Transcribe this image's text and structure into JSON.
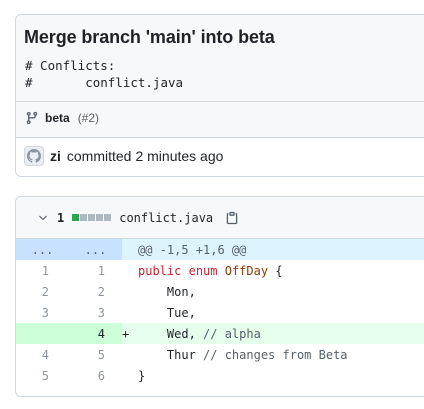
{
  "commit": {
    "title": "Merge branch 'main' into beta",
    "body": "# Conflicts:\n#       conflict.java",
    "branch": "beta",
    "pr": "(#2)",
    "author": "zi",
    "action": "committed",
    "time": "2 minutes ago"
  },
  "file": {
    "change_count": "1",
    "name": "conflict.java",
    "diffstat": [
      "add",
      "neutral",
      "neutral",
      "neutral",
      "neutral"
    ]
  },
  "hunk": {
    "left": "...",
    "right": "...",
    "header": "@@ -1,5 +1,6 @@"
  },
  "lines": [
    {
      "type": "context",
      "old": "1",
      "new": "1",
      "sign": " ",
      "tokens": [
        {
          "c": "kw",
          "t": "public"
        },
        {
          "c": "",
          "t": " "
        },
        {
          "c": "kw",
          "t": "enum"
        },
        {
          "c": "",
          "t": " "
        },
        {
          "c": "ty",
          "t": "OffDay"
        },
        {
          "c": "",
          "t": " {"
        }
      ]
    },
    {
      "type": "context",
      "old": "2",
      "new": "2",
      "sign": " ",
      "tokens": [
        {
          "c": "",
          "t": "    Mon,"
        }
      ]
    },
    {
      "type": "context",
      "old": "3",
      "new": "3",
      "sign": " ",
      "tokens": [
        {
          "c": "",
          "t": "    Tue,"
        }
      ]
    },
    {
      "type": "added",
      "old": "",
      "new": "4",
      "sign": "+",
      "tokens": [
        {
          "c": "",
          "t": "    Wed, "
        },
        {
          "c": "cm",
          "t": "// alpha"
        }
      ]
    },
    {
      "type": "context",
      "old": "4",
      "new": "5",
      "sign": " ",
      "tokens": [
        {
          "c": "",
          "t": "    Thur "
        },
        {
          "c": "cm",
          "t": "// changes from Beta"
        }
      ]
    },
    {
      "type": "context",
      "old": "5",
      "new": "6",
      "sign": " ",
      "tokens": [
        {
          "c": "",
          "t": "}"
        }
      ]
    }
  ],
  "colors": {
    "add": "#2da44e",
    "neutral": "#afb8c1",
    "hunk_bg": "#ddf4ff",
    "added_bg": "#e6ffec"
  }
}
